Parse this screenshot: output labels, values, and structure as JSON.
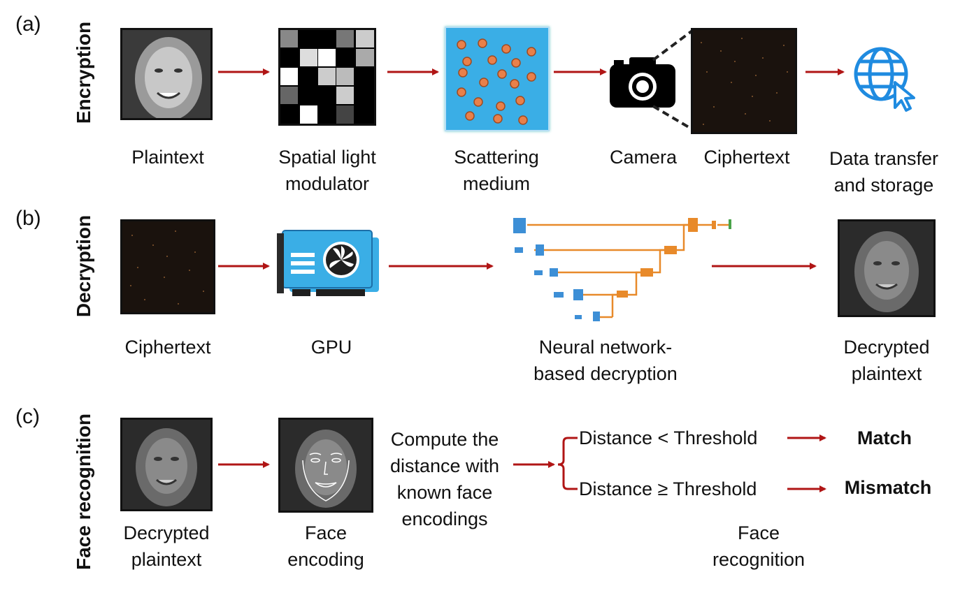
{
  "panels": {
    "a": {
      "letter": "(a)",
      "title": "Encryption",
      "steps": [
        "Plaintext",
        "Spatial light",
        "modulator",
        "Scattering",
        "medium",
        "Camera",
        "Ciphertext",
        "Data transfer",
        "and storage"
      ]
    },
    "b": {
      "letter": "(b)",
      "title": "Decryption",
      "steps": [
        "Ciphertext",
        "GPU",
        "Neural network-",
        "based decryption",
        "Decrypted",
        "plaintext"
      ]
    },
    "c": {
      "letter": "(c)",
      "title": "Face recognition",
      "steps": [
        "Decrypted",
        "plaintext",
        "Face",
        "encoding",
        "Compute the",
        "distance with",
        "known face",
        "encodings"
      ],
      "branch_lt": "Distance < Threshold",
      "branch_ge": "Distance ≥ Threshold",
      "match": "Match",
      "mismatch": "Mismatch",
      "caption": [
        "Face",
        "recognition"
      ]
    }
  },
  "colors": {
    "arrow": "#b01515",
    "slm_blue": "#3aaee6",
    "particle": "#e8804a",
    "network_blue": "#3d8fd6",
    "network_orange": "#e88a2a",
    "globe": "#1f8be0"
  },
  "icons": [
    "face-photo",
    "slm-grid",
    "scattering-medium",
    "camera-icon",
    "cipher-speckle",
    "globe-cursor-icon",
    "gpu-icon",
    "unet-diagram"
  ]
}
